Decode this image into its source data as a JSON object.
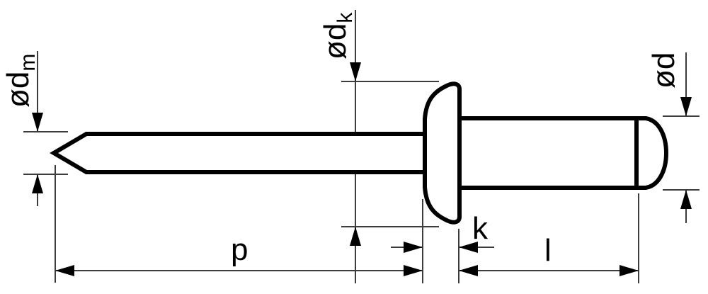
{
  "figure": {
    "kind": "dimensioned engineering drawing of a blind (pop) rivet, side view"
  },
  "labels": {
    "mandrel_diameter": {
      "symbol": "ød",
      "subscript": "m"
    },
    "head_diameter": {
      "symbol": "ød",
      "subscript": "k"
    },
    "body_diameter": {
      "symbol": "ød",
      "subscript": ""
    },
    "protrusion_length": "p",
    "head_height": "k",
    "body_length": "l"
  },
  "colors": {
    "outline": "#000000",
    "dimension_line": "#3d3d3d",
    "background": "#ffffff"
  }
}
